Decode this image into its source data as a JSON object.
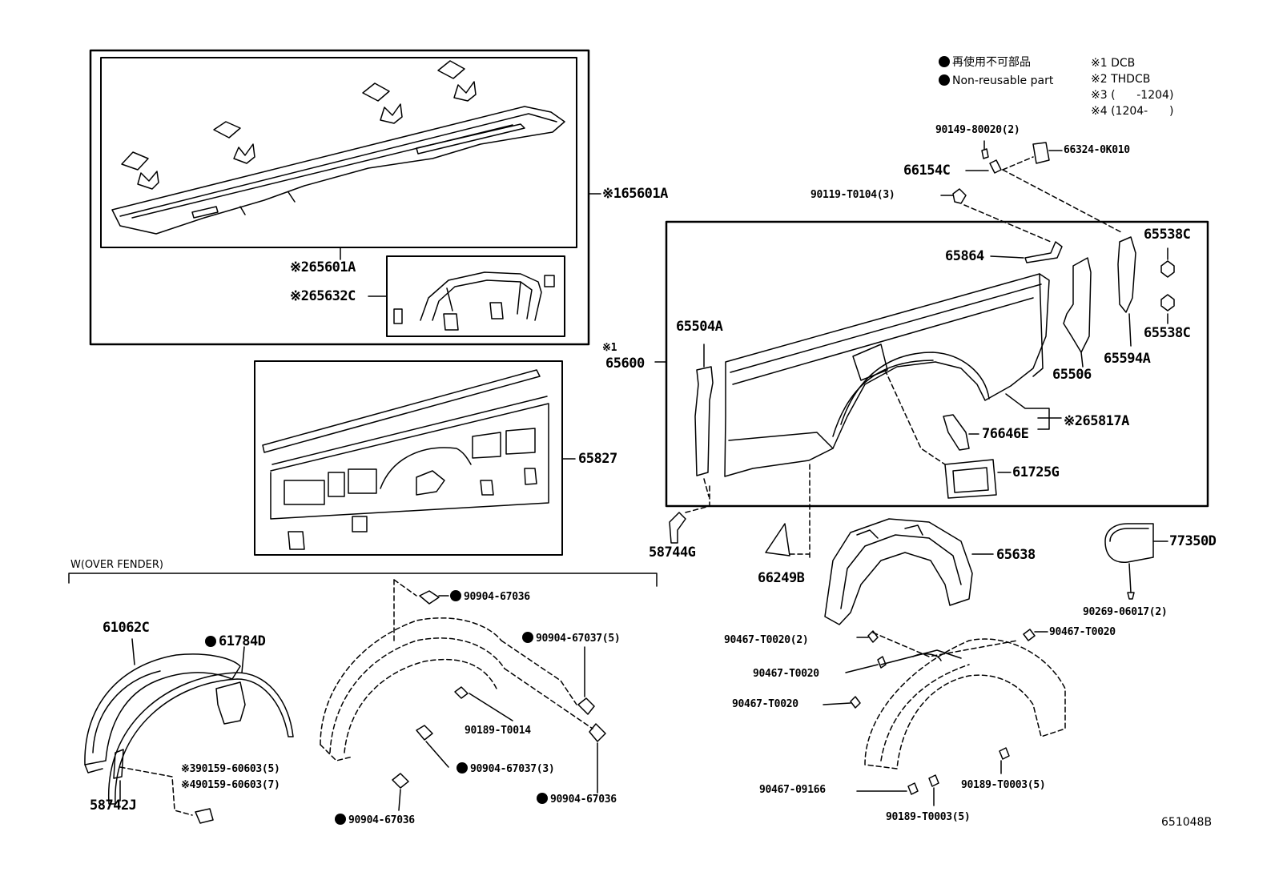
{
  "legend": {
    "nonreusable_jp": "再使用不可部品",
    "nonreusable_en": "Non-reusable part",
    "notes": [
      {
        "mark": "※1",
        "text": "DCB"
      },
      {
        "mark": "※2",
        "text": "THDCB"
      },
      {
        "mark": "※3",
        "text": "(      -1204)"
      },
      {
        "mark": "※4",
        "text": "(1204-      )"
      }
    ]
  },
  "section_title": "W(OVER FENDER)",
  "diagram_id": "651048B",
  "parts": {
    "p65601A_1": "※165601A",
    "p65601A_2": "※265601A",
    "p65632C": "※265632C",
    "p65600_mark": "※1",
    "p65600": "65600",
    "p65827": "65827",
    "p58744G": "58744G",
    "p65504A": "65504A",
    "p90149": "90149-80020(2)",
    "p66154C": "66154C",
    "p66324": "66324-0K010",
    "p90119": "90119-T0104(3)",
    "p65864": "65864",
    "p65538C_a": "65538C",
    "p65538C_b": "65538C",
    "p65506": "65506",
    "p65594A": "65594A",
    "p76646E": "76646E",
    "p65817A": "※265817A",
    "p61725G": "61725G",
    "p66249B": "66249B",
    "p65638": "65638",
    "p77350D": "77350D",
    "p90269": "90269-06017(2)",
    "p61062C": "61062C",
    "p61784D": "61784D",
    "p58742J": "58742J",
    "p90159_3": "※390159-60603(5)",
    "p90159_4": "※490159-60603(7)",
    "p90904_67036_a": "90904-67036",
    "p90904_67037_5": "90904-67037(5)",
    "p90189_T0014": "90189-T0014",
    "p90904_67037_3": "90904-67037(3)",
    "p90904_67036_b": "90904-67036",
    "p90904_67036_c": "90904-67036",
    "p90467_T0020_2": "90467-T0020(2)",
    "p90467_T0020_a": "90467-T0020",
    "p90467_T0020_b": "90467-T0020",
    "p90467_T0020_c": "90467-T0020",
    "p90467_09166": "90467-09166",
    "p90189_T0003_a": "90189-T0003(5)",
    "p90189_T0003_b": "90189-T0003(5)"
  }
}
